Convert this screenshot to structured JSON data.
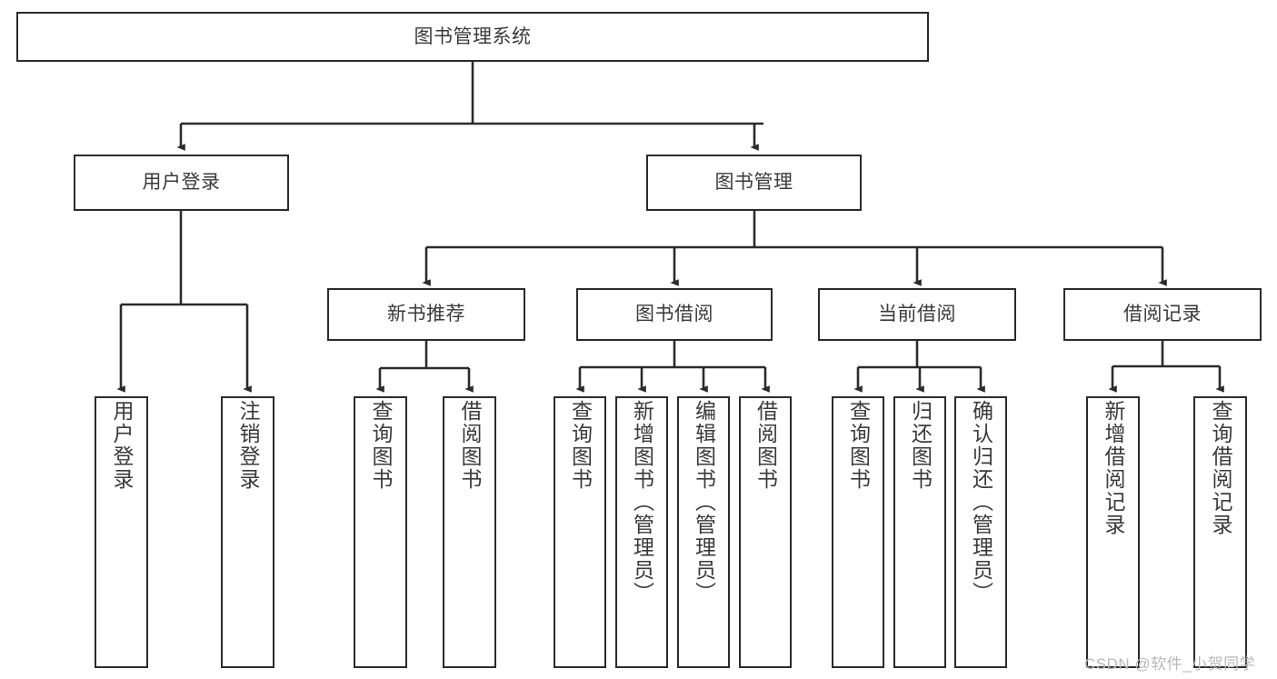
{
  "diagram": {
    "title": "图书管理系统",
    "type": "tree-hierarchy",
    "colors": {
      "box_border": "#2b2b2b",
      "box_fill": "#ffffff",
      "text": "#3a3a3a",
      "edge": "#2b2b2b",
      "watermark": "#b9b9b9",
      "background": "#ffffff"
    }
  },
  "nodes": {
    "root": {
      "label": "图书管理系统"
    },
    "level2": [
      {
        "id": "user-login",
        "label": "用户登录"
      },
      {
        "id": "book-manage",
        "label": "图书管理"
      }
    ],
    "level3": [
      {
        "id": "new-book-recommend",
        "label": "新书推荐"
      },
      {
        "id": "book-borrow",
        "label": "图书借阅"
      },
      {
        "id": "current-borrow",
        "label": "当前借阅"
      },
      {
        "id": "borrow-record",
        "label": "借阅记录"
      }
    ],
    "leaves": {
      "user-login": [
        {
          "id": "leaf-user-login",
          "label": "用户登录"
        },
        {
          "id": "leaf-logout-login",
          "label": "注销登录"
        }
      ],
      "new-book-recommend": [
        {
          "id": "leaf-query-book-1",
          "label": "查询图书"
        },
        {
          "id": "leaf-borrow-book-1",
          "label": "借阅图书"
        }
      ],
      "book-borrow": [
        {
          "id": "leaf-query-book-2",
          "label": "查询图书"
        },
        {
          "id": "leaf-add-book",
          "label": "新增图书（管理员）"
        },
        {
          "id": "leaf-edit-book",
          "label": "编辑图书（管理员）"
        },
        {
          "id": "leaf-borrow-book-2",
          "label": "借阅图书"
        }
      ],
      "current-borrow": [
        {
          "id": "leaf-query-book-3",
          "label": "查询图书"
        },
        {
          "id": "leaf-return-book",
          "label": "归还图书"
        },
        {
          "id": "leaf-confirm-return",
          "label": "确认归还（管理员）"
        }
      ],
      "borrow-record": [
        {
          "id": "leaf-add-record",
          "label": "新增借阅记录"
        },
        {
          "id": "leaf-query-record",
          "label": "查询借阅记录"
        }
      ]
    }
  },
  "watermark": {
    "text": "CSDN @软件_小贺同学"
  }
}
